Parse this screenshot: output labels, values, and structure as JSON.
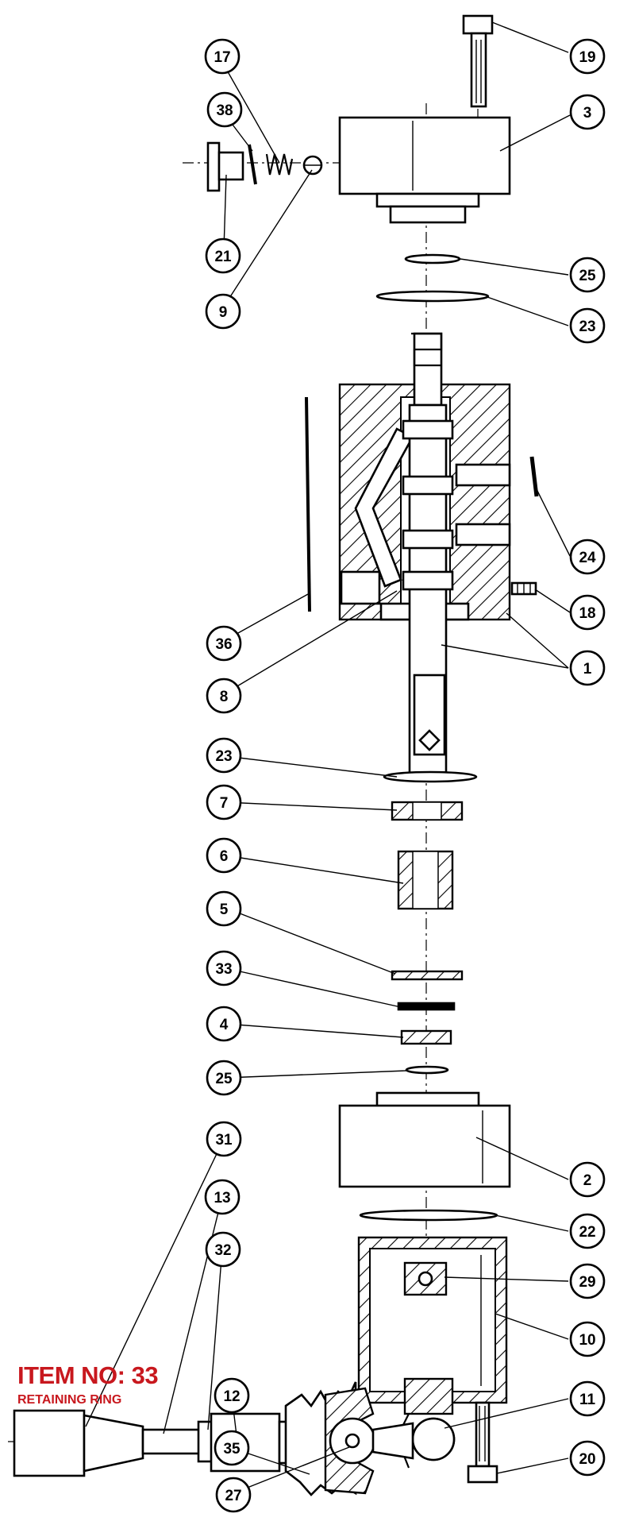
{
  "item": {
    "title": "ITEM NO: 33",
    "subtitle": "RETAINING RING",
    "color": "#c8181e"
  },
  "callouts": [
    {
      "id": "c19",
      "label": "19"
    },
    {
      "id": "c17",
      "label": "17"
    },
    {
      "id": "c38",
      "label": "38"
    },
    {
      "id": "c3",
      "label": "3"
    },
    {
      "id": "c21",
      "label": "21"
    },
    {
      "id": "c9",
      "label": "9"
    },
    {
      "id": "c25a",
      "label": "25"
    },
    {
      "id": "c23a",
      "label": "23"
    },
    {
      "id": "c24",
      "label": "24"
    },
    {
      "id": "c18",
      "label": "18"
    },
    {
      "id": "c36",
      "label": "36"
    },
    {
      "id": "c1",
      "label": "1"
    },
    {
      "id": "c8",
      "label": "8"
    },
    {
      "id": "c23b",
      "label": "23"
    },
    {
      "id": "c7",
      "label": "7"
    },
    {
      "id": "c6",
      "label": "6"
    },
    {
      "id": "c5",
      "label": "5"
    },
    {
      "id": "c33",
      "label": "33"
    },
    {
      "id": "c4",
      "label": "4"
    },
    {
      "id": "c25b",
      "label": "25"
    },
    {
      "id": "c2",
      "label": "2"
    },
    {
      "id": "c31",
      "label": "31"
    },
    {
      "id": "c13",
      "label": "13"
    },
    {
      "id": "c22",
      "label": "22"
    },
    {
      "id": "c32",
      "label": "32"
    },
    {
      "id": "c29",
      "label": "29"
    },
    {
      "id": "c10",
      "label": "10"
    },
    {
      "id": "c12",
      "label": "12"
    },
    {
      "id": "c11",
      "label": "11"
    },
    {
      "id": "c35",
      "label": "35"
    },
    {
      "id": "c20",
      "label": "20"
    },
    {
      "id": "c27",
      "label": "27"
    }
  ]
}
